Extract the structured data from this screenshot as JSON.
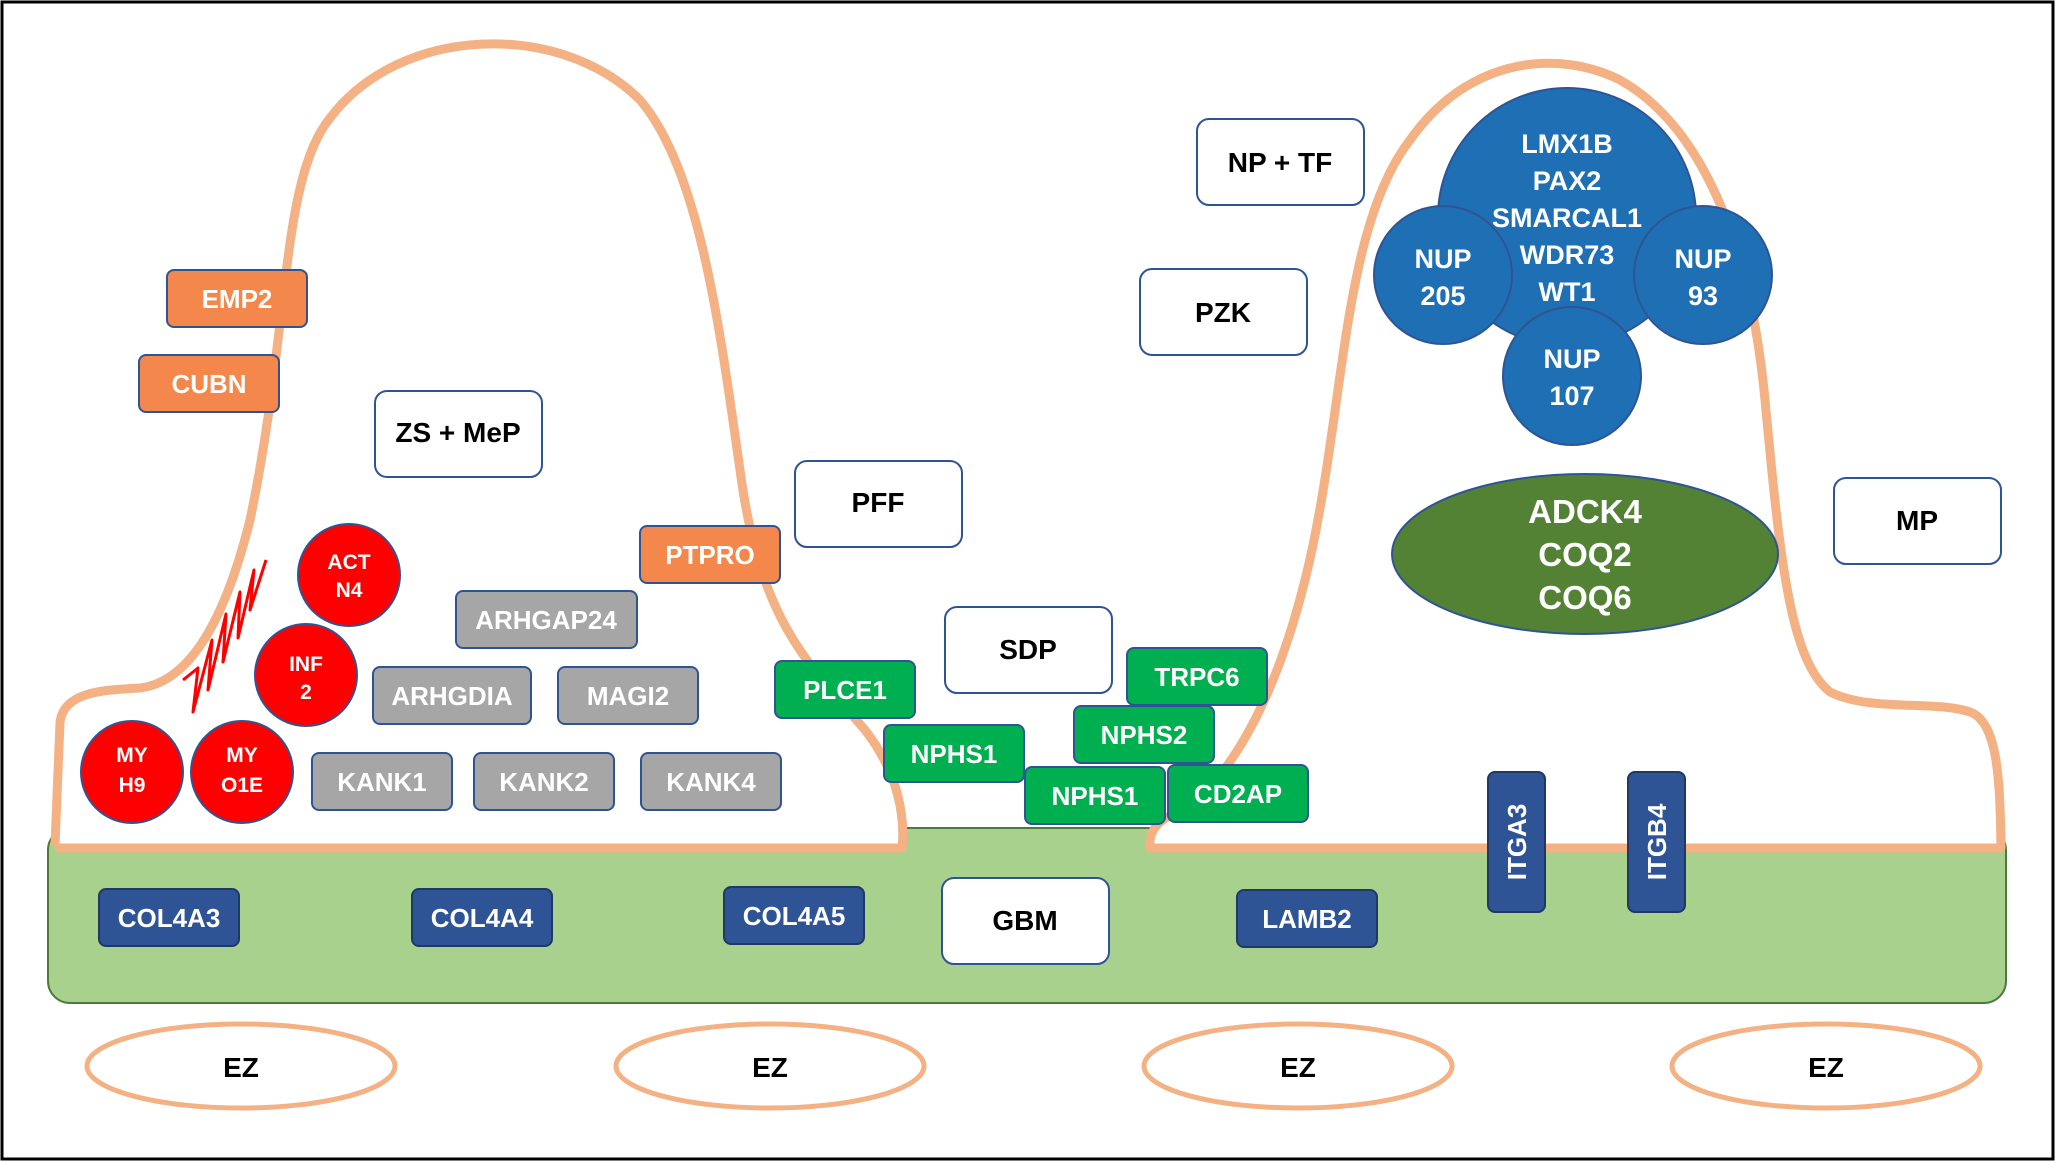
{
  "labels": {
    "zs_mep": "ZS + MeP",
    "pff": "PFF",
    "sdp": "SDP",
    "np_tf": "NP + TF",
    "pzk": "PZK",
    "mp": "MP",
    "gbm": "GBM",
    "ez": "EZ"
  },
  "proteins": {
    "emp2": "EMP2",
    "cubn": "CUBN",
    "ptpro": "PTPRO",
    "arhgap24": "ARHGAP24",
    "arhgdia": "ARHGDIA",
    "magi2": "MAGI2",
    "kank1": "KANK1",
    "kank2": "KANK2",
    "kank4": "KANK4",
    "plce1": "PLCE1",
    "nphs1_a": "NPHS1",
    "nphs1_b": "NPHS1",
    "nphs2": "NPHS2",
    "trpc6": "TRPC6",
    "cd2ap": "CD2AP",
    "col4a3": "COL4A3",
    "col4a4": "COL4A4",
    "col4a5": "COL4A5",
    "lamb2": "LAMB2",
    "itga3": "ITGA3",
    "itgb4": "ITGB4"
  },
  "actin": {
    "actn4": [
      "ACT",
      "N4"
    ],
    "inf2": [
      "INF",
      "2"
    ],
    "myh9": [
      "MY",
      "H9"
    ],
    "myo1e": [
      "MY",
      "O1E"
    ]
  },
  "nuclear": {
    "center": [
      "LMX1B",
      "PAX2",
      "SMARCAL1",
      "WDR73",
      "WT1"
    ],
    "nup205": [
      "NUP",
      "205"
    ],
    "nup93": [
      "NUP",
      "93"
    ],
    "nup107": [
      "NUP",
      "107"
    ]
  },
  "mito": [
    "ADCK4",
    "COQ2",
    "COQ6"
  ],
  "colors": {
    "cell_outline": "#F4B183",
    "gbm": "#A9D18E",
    "orange_box": "#F4874B",
    "grey_box": "#A6A6A6",
    "green_box": "#00B050",
    "blue_box": "#2F5496",
    "red_circle": "#FF0000",
    "nuclear_blue": "#1F6FB4",
    "mito_green": "#548235"
  }
}
